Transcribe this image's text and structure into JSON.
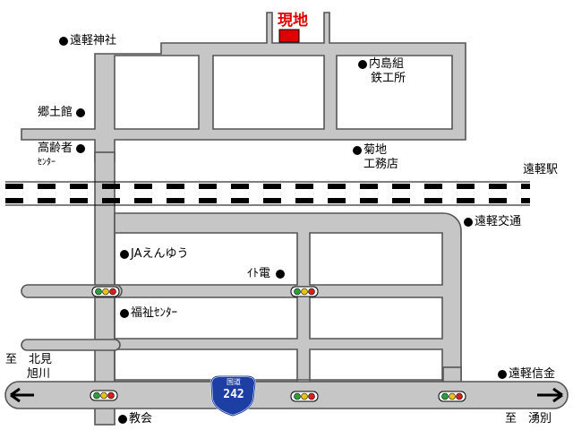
{
  "site": {
    "label": "現地",
    "color": "#e00000"
  },
  "rail": {
    "station": "遠軽駅"
  },
  "route": {
    "header": "国道",
    "number": "242",
    "color": "#1d3fa3"
  },
  "landmarks": {
    "shrine": "遠軽神社",
    "iron_works": [
      "内島組",
      "鉄工所"
    ],
    "museum": "郷土館",
    "senior_center": [
      "高齢者",
      "ｾﾝﾀｰ"
    ],
    "kikuchi": [
      "菊地",
      "工務店"
    ],
    "kotsu": "遠軽交通",
    "ja": "JAえんゆう",
    "itoden": "ｲﾄ電",
    "welfare": "福祉ｾﾝﾀｰ",
    "bank": "遠軽信金",
    "church": "教会"
  },
  "directions": {
    "west": [
      "至　北見",
      "旭川"
    ],
    "east": "至　湧別"
  },
  "traffic_light_colors": [
    "#2e9e3c",
    "#e6c21a",
    "#d92020"
  ],
  "icons": [
    "landmark-dot-icon",
    "traffic-light-icon",
    "arrow-left-icon",
    "arrow-right-icon",
    "route-shield-icon"
  ]
}
